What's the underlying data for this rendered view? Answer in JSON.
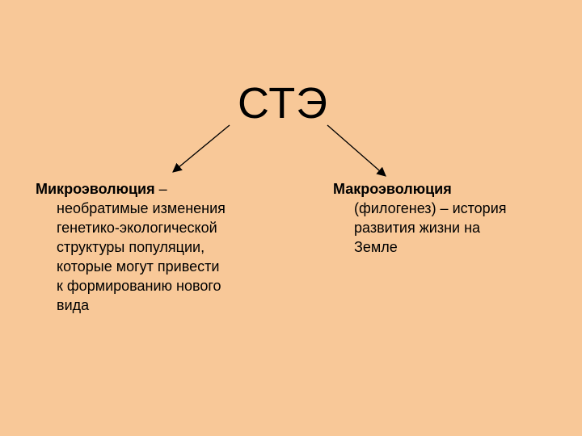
{
  "title": "СТЭ",
  "left_block": {
    "term": "Микроэволюция",
    "dash": " –",
    "lines": [
      "необратимые изменения",
      "генетико-экологической",
      "структуры популяции,",
      "которые могут  привести",
      "к формированию нового",
      "вида"
    ]
  },
  "right_block": {
    "term": "Макроэволюция",
    "lines": [
      "(филогенез) – история",
      "развития жизни на",
      "Земле"
    ]
  },
  "colors": {
    "background": "#f8c898",
    "text": "#000000",
    "arrow": "#000000"
  }
}
